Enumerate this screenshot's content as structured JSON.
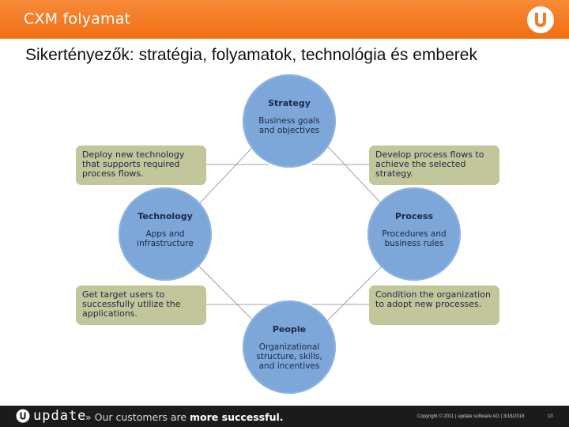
{
  "header": {
    "title": "CXM folyamat",
    "logo_icon": "update-logo-icon",
    "color": "#f47b20"
  },
  "subtitle": "Sikertényezők: stratégia, folyamatok, technológia és emberek",
  "diagram": {
    "circles": {
      "strategy": {
        "title": "Strategy",
        "body": "Business goals and objectives"
      },
      "technology": {
        "title": "Technology",
        "body": "Apps and infrastructure"
      },
      "process": {
        "title": "Process",
        "body": "Procedures and business rules"
      },
      "people": {
        "title": "People",
        "body": "Organizational structure, skills, and incentives"
      }
    },
    "boxes": {
      "top_left": "Deploy new technology that supports required process flows.",
      "top_right": "Develop process flows to achieve the selected strategy.",
      "bottom_left": "Get target users to successfully utilize the applications.",
      "bottom_right": "Condition the organization to adopt new processes."
    },
    "circle_color": "#7da7d9",
    "box_color": "#c3c59a"
  },
  "footer": {
    "brand": "update",
    "tagline_prefix": "» Our customers are ",
    "tagline_bold": "more successful.",
    "copyright": "Copyright © 2011 | update software AG | 3/18/2018",
    "page_number": "10"
  }
}
